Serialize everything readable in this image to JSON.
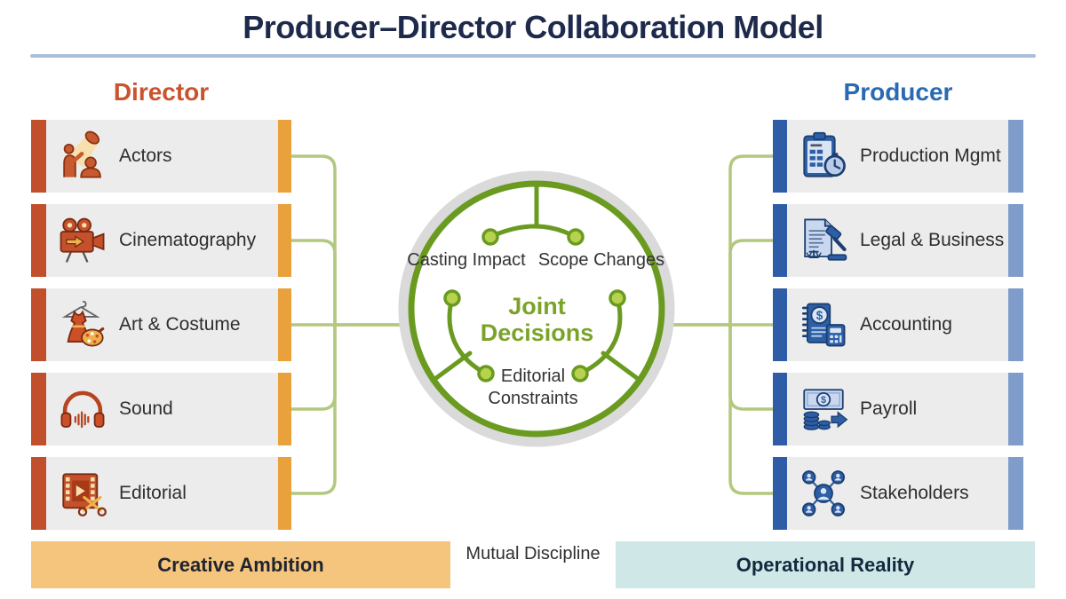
{
  "title": "Producer–Director Collaboration Model",
  "director": {
    "heading": "Director",
    "items": [
      {
        "label": "Actors",
        "icon": "actors-icon"
      },
      {
        "label": "Cinematography",
        "icon": "cinematography-icon"
      },
      {
        "label": "Art & Costume",
        "icon": "art-costume-icon"
      },
      {
        "label": "Sound",
        "icon": "sound-icon"
      },
      {
        "label": "Editorial",
        "icon": "editorial-icon"
      }
    ],
    "footer": "Creative Ambition"
  },
  "producer": {
    "heading": "Producer",
    "items": [
      {
        "label": "Production Mgmt",
        "icon": "production-mgmt-icon"
      },
      {
        "label": "Legal & Business",
        "icon": "legal-business-icon"
      },
      {
        "label": "Accounting",
        "icon": "accounting-icon"
      },
      {
        "label": "Payroll",
        "icon": "payroll-icon"
      },
      {
        "label": "Stakeholders",
        "icon": "stakeholders-icon"
      }
    ],
    "footer": "Operational Reality"
  },
  "center": {
    "title": "Joint Decisions",
    "nodes": [
      "Casting Impact",
      "Scope Changes",
      "Editorial Constraints"
    ]
  },
  "bottom_center": "Mutual Discipline",
  "colors": {
    "title_navy": "#1e2a4c",
    "director_orange": "#c9532e",
    "producer_blue": "#2a6ab3",
    "card_gray": "#ececec",
    "accent_dark_orange": "#c14f2c",
    "accent_amber": "#e9a23b",
    "accent_dark_blue": "#2e5ca6",
    "accent_light_blue": "#7f9cca",
    "ring_green": "#6a9b20",
    "ring_gray": "#dadada",
    "connector_green": "#b3c87f",
    "joint_green": "#7ba32a",
    "creative_bar": "#f5c57d",
    "operational_bar": "#cfe8e7",
    "divider_blue": "#a9bfd8"
  }
}
